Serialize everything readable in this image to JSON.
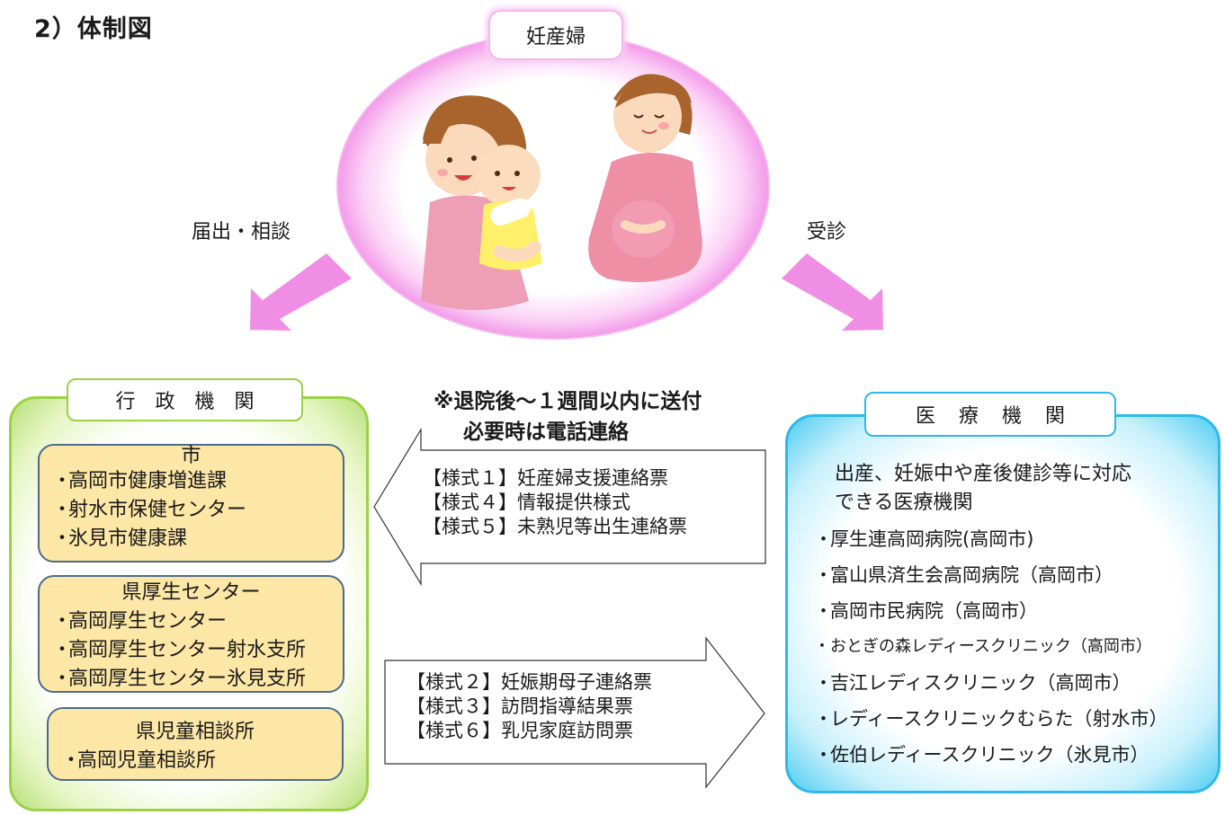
{
  "section_title": "2）体制図",
  "pregnant": {
    "label": "妊産婦"
  },
  "flows": {
    "left_label": "届出・相談",
    "right_label": "受診"
  },
  "note": {
    "line1": "※退院後～１週間以内に送付",
    "line2": "必要時は電話連絡"
  },
  "admin": {
    "title": "行政機関",
    "city": {
      "head": "市",
      "items": [
        "高岡市健康増進課",
        "射水市保健センター",
        "氷見市健康課"
      ]
    },
    "welfare": {
      "head": "県厚生センター",
      "items": [
        "高岡厚生センター",
        "高岡厚生センター射水支所",
        "高岡厚生センター氷見支所"
      ]
    },
    "child": {
      "head": "県児童相談所",
      "items": [
        "高岡児童相談所"
      ]
    }
  },
  "forms_to_admin": [
    "【様式１】妊産婦支援連絡票",
    "【様式４】情報提供様式",
    "【様式５】未熟児等出生連絡票"
  ],
  "forms_to_medical": [
    "【様式２】妊娠期母子連絡票",
    "【様式３】訪問指導結果票",
    "【様式６】乳児家庭訪問票"
  ],
  "medical": {
    "title": "医療機関",
    "desc_line1": "出産、妊娠中や産後健診等に対応",
    "desc_line2": "できる医療機関",
    "hospitals": [
      "厚生連高岡病院(高岡市)",
      "富山県済生会高岡病院（高岡市）",
      "高岡市民病院（高岡市）",
      "おとぎの森レディースクリニック（高岡市）",
      "吉江レディスクリニック（高岡市）",
      "レディースクリニックむらた（射水市）",
      "佐伯レディースクリニック（氷見市）"
    ]
  },
  "colors": {
    "oval_glow": "#f39ae9",
    "arrow_pink": "#f08ee6",
    "admin_green": "#9bd245",
    "medical_blue": "#2eb9ea",
    "sub_box_fill": "#fde7a6"
  }
}
